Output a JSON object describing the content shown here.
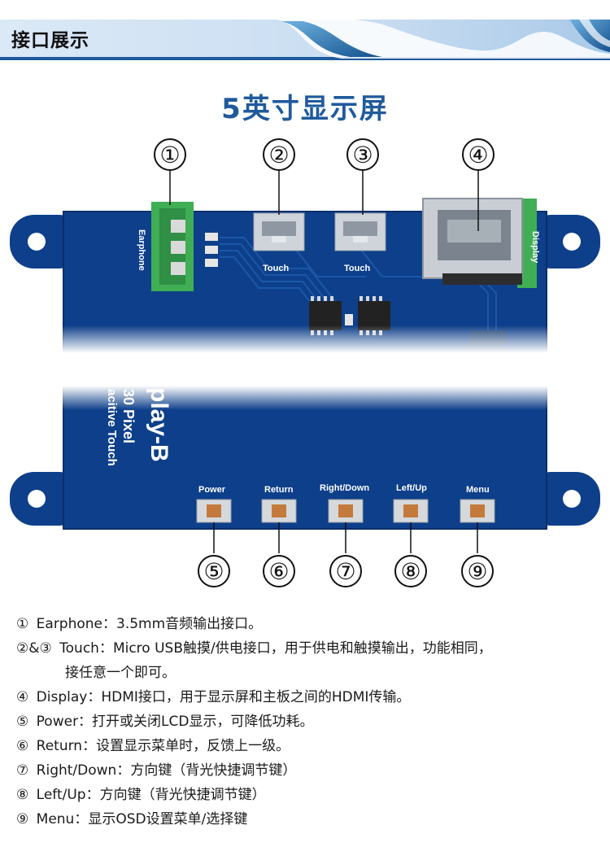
{
  "header": {
    "title": "接口展示"
  },
  "main_title": "5英寸显示屏",
  "callouts": [
    "①",
    "②",
    "③",
    "④",
    "⑤",
    "⑥",
    "⑦",
    "⑧",
    "⑨"
  ],
  "board": {
    "labels": {
      "earphone": "Earphone",
      "touch1": "Touch",
      "touch2": "Touch",
      "display": "Display",
      "display_b": "play-B",
      "pixel": "30 Pixel",
      "cap_touch": "acitive Touch",
      "power": "Power",
      "return": "Return",
      "right_down": "Right/Down",
      "left_up": "Left/Up",
      "menu": "Menu"
    },
    "colors": {
      "pcb": "#0e3f8a",
      "pcb_dark": "#0a2f6b",
      "connector": "#3fae55",
      "title_blue": "#1f5a9c"
    }
  },
  "descriptions": [
    {
      "num": "①",
      "text": " Earphone：3.5mm音频输出接口。"
    },
    {
      "num": "②&③",
      "text": " Touch：Micro USB触摸/供电接口，用于供电和触摸输出，功能相同，",
      "cont": "接任意一个即可。"
    },
    {
      "num": "④",
      "text": " Display：HDMI接口，用于显示屏和主板之间的HDMI传输。"
    },
    {
      "num": "⑤",
      "text": " Power：打开或关闭LCD显示，可降低功耗。"
    },
    {
      "num": "⑥",
      "text": " Return：设置显示菜单时，反馈上一级。"
    },
    {
      "num": "⑦",
      "text": " Right/Down：方向键（背光快捷调节键）"
    },
    {
      "num": "⑧",
      "text": " Left/Up：方向键（背光快捷调节键）"
    },
    {
      "num": "⑨",
      "text": " Menu：显示OSD设置菜单/选择键"
    }
  ]
}
